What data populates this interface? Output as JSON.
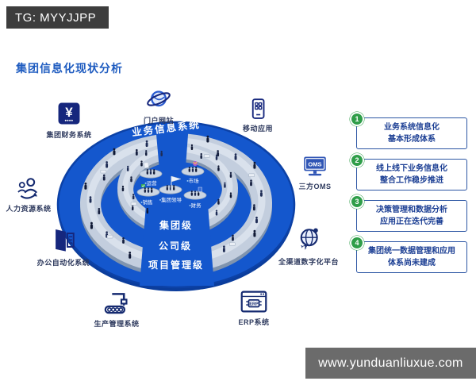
{
  "header": {
    "tag": "TG: MYYJJPP"
  },
  "title": "集团信息化现状分析",
  "footer": {
    "url": "www.yunduanliuxue.com"
  },
  "diagram": {
    "outer_label": "业务信息系统",
    "levels": [
      "集团级",
      "公司级",
      "项目管理级"
    ],
    "center_groups": [
      {
        "label": "运营"
      },
      {
        "label": "市场"
      },
      {
        "label": "集团领导"
      },
      {
        "label": "销售"
      },
      {
        "label": "财务"
      }
    ],
    "systems": [
      {
        "label": "门户网站",
        "icon": "planet-icon"
      },
      {
        "label": "移动应用",
        "icon": "mobile-app-icon"
      },
      {
        "label": "三方OMS",
        "icon": "oms-monitor-icon"
      },
      {
        "label": "全渠道数字化平台",
        "icon": "globe-plane-icon"
      },
      {
        "label": "ERP系统",
        "icon": "erp-window-icon"
      },
      {
        "label": "生产管理系统",
        "icon": "production-machine-icon"
      },
      {
        "label": "办公自动化系统",
        "icon": "office-door-icon"
      },
      {
        "label": "人力资源系统",
        "icon": "people-arrow-icon"
      },
      {
        "label": "集团财务系统",
        "icon": "yuan-square-icon"
      }
    ],
    "icon_texts": {
      "oms": "OMS",
      "erp": "ERP",
      "yuan": "¥",
      "plane": "✈"
    }
  },
  "findings": [
    {
      "num": "1",
      "line1": "业务系统信息化",
      "line2": "基本形成体系"
    },
    {
      "num": "2",
      "line1": "线上线下业务信息化",
      "line2": "整合工作稳步推进"
    },
    {
      "num": "3",
      "line1": "决策管理和数据分析",
      "line2": "应用正在迭代完善"
    },
    {
      "num": "4",
      "line1": "集团统一数据管理和应用",
      "line2": "体系尚未建成"
    }
  ],
  "colors": {
    "accent_blue": "#1457cd",
    "ring_gray": "#c3cede",
    "box_border": "#2b55a3",
    "number_green": "#2f9e49",
    "icon_navy": "#16277d"
  }
}
